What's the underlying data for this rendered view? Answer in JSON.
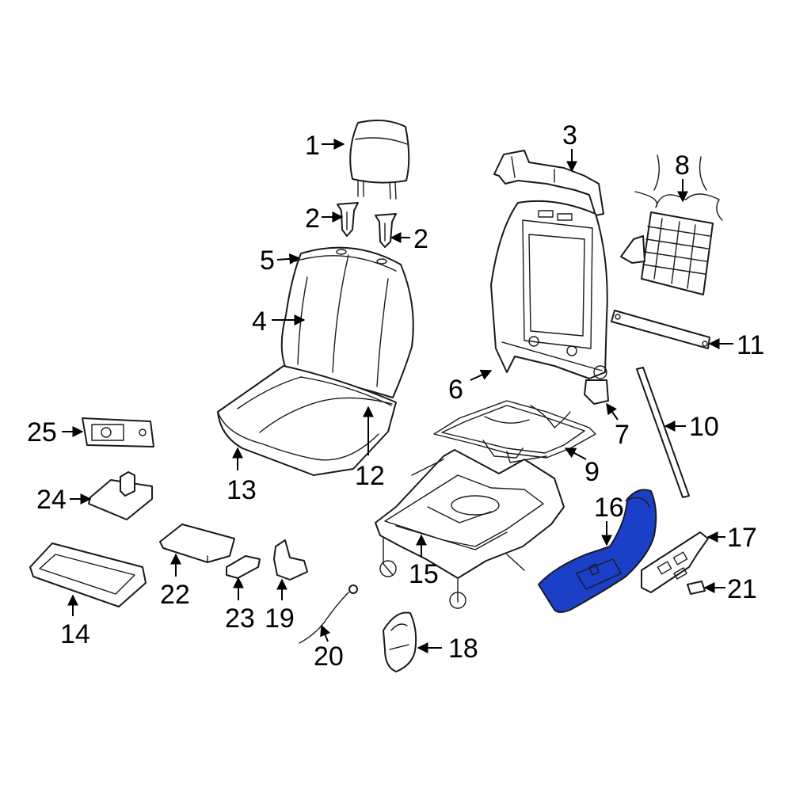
{
  "diagram": {
    "highlight_color": "#1c3fc8",
    "outline_color": "#1a1a1a",
    "background_color": "#ffffff",
    "highlighted_part": "16",
    "parts": [
      {
        "id": "headrest",
        "callout": "1"
      },
      {
        "id": "headrest-guide-left",
        "callout": "2"
      },
      {
        "id": "headrest-guide-right",
        "callout": "2"
      },
      {
        "id": "upper-trim-panel",
        "callout": "3"
      },
      {
        "id": "seat-back-cover",
        "callout": "4"
      },
      {
        "id": "seat-back-pad",
        "callout": "5"
      },
      {
        "id": "seat-back-frame",
        "callout": "6"
      },
      {
        "id": "frame-bracket",
        "callout": "7"
      },
      {
        "id": "lumbar-support",
        "callout": "8"
      },
      {
        "id": "cushion-spring",
        "callout": "9"
      },
      {
        "id": "side-strip",
        "callout": "10"
      },
      {
        "id": "support-rod",
        "callout": "11"
      },
      {
        "id": "seat-cushion-cover",
        "callout": "12"
      },
      {
        "id": "seat-cushion-pad",
        "callout": "13"
      },
      {
        "id": "lower-tray",
        "callout": "14"
      },
      {
        "id": "seat-track",
        "callout": "15"
      },
      {
        "id": "side-shield",
        "callout": "16"
      },
      {
        "id": "switch-bezel",
        "callout": "17"
      },
      {
        "id": "recliner-cover",
        "callout": "18"
      },
      {
        "id": "clip-bracket",
        "callout": "19"
      },
      {
        "id": "release-cable",
        "callout": "20"
      },
      {
        "id": "switch-knob",
        "callout": "21"
      },
      {
        "id": "control-module",
        "callout": "22"
      },
      {
        "id": "small-module",
        "callout": "23"
      },
      {
        "id": "power-switch",
        "callout": "24"
      },
      {
        "id": "lumbar-switch",
        "callout": "25"
      }
    ]
  }
}
